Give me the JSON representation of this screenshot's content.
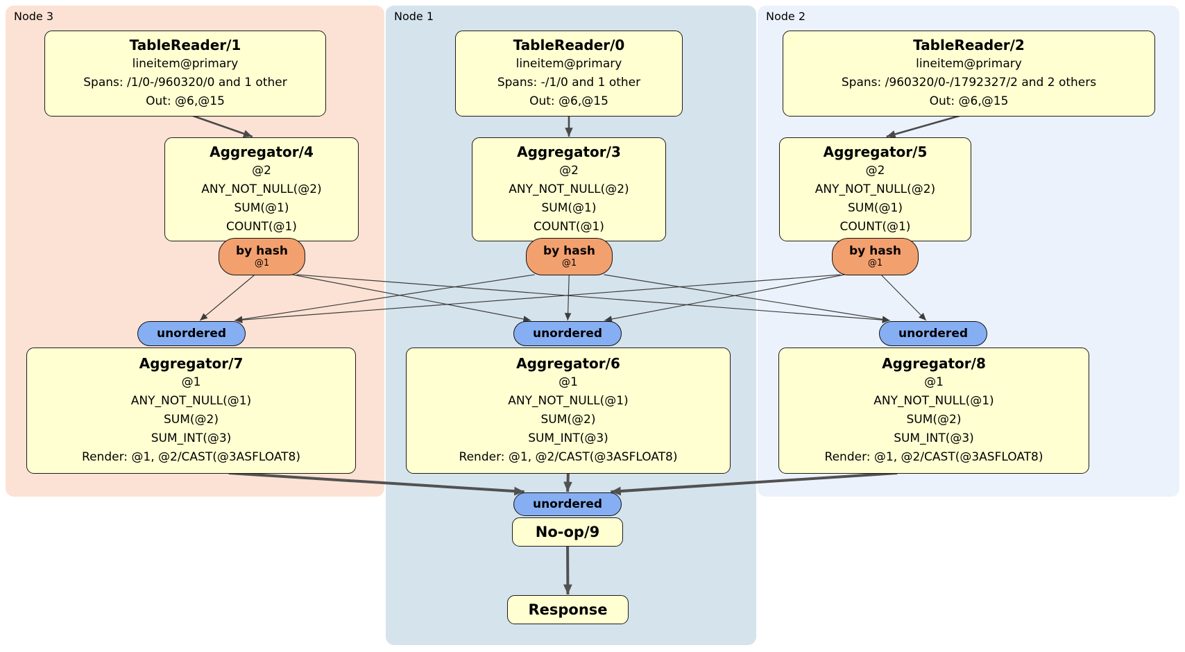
{
  "regions": [
    {
      "id": "node3",
      "label": "Node 3"
    },
    {
      "id": "node1",
      "label": "Node 1"
    },
    {
      "id": "node2",
      "label": "Node 2"
    }
  ],
  "nodes": {
    "tr1": {
      "title": "TableReader/1",
      "lines": [
        "lineitem@primary",
        "Spans: /1/0-/960320/0 and 1 other",
        "Out: @6,@15"
      ]
    },
    "tr0": {
      "title": "TableReader/0",
      "lines": [
        "lineitem@primary",
        "Spans: -/1/0 and 1 other",
        "Out: @6,@15"
      ]
    },
    "tr2": {
      "title": "TableReader/2",
      "lines": [
        "lineitem@primary",
        "Spans: /960320/0-/1792327/2 and 2 others",
        "Out: @6,@15"
      ]
    },
    "agg4": {
      "title": "Aggregator/4",
      "lines": [
        "@2",
        "ANY_NOT_NULL(@2)",
        "SUM(@1)",
        "COUNT(@1)"
      ]
    },
    "agg3": {
      "title": "Aggregator/3",
      "lines": [
        "@2",
        "ANY_NOT_NULL(@2)",
        "SUM(@1)",
        "COUNT(@1)"
      ]
    },
    "agg5": {
      "title": "Aggregator/5",
      "lines": [
        "@2",
        "ANY_NOT_NULL(@2)",
        "SUM(@1)",
        "COUNT(@1)"
      ]
    },
    "agg7": {
      "title": "Aggregator/7",
      "lines": [
        "@1",
        "ANY_NOT_NULL(@1)",
        "SUM(@2)",
        "SUM_INT(@3)",
        "Render: @1, @2/CAST(@3ASFLOAT8)"
      ]
    },
    "agg6": {
      "title": "Aggregator/6",
      "lines": [
        "@1",
        "ANY_NOT_NULL(@1)",
        "SUM(@2)",
        "SUM_INT(@3)",
        "Render: @1, @2/CAST(@3ASFLOAT8)"
      ]
    },
    "agg8": {
      "title": "Aggregator/8",
      "lines": [
        "@1",
        "ANY_NOT_NULL(@1)",
        "SUM(@2)",
        "SUM_INT(@3)",
        "Render: @1, @2/CAST(@3ASFLOAT8)"
      ]
    },
    "bh4": {
      "title": "by hash",
      "sub": "@1"
    },
    "bh3": {
      "title": "by hash",
      "sub": "@1"
    },
    "bh5": {
      "title": "by hash",
      "sub": "@1"
    },
    "un7": {
      "title": "unordered"
    },
    "un6": {
      "title": "unordered"
    },
    "un8": {
      "title": "unordered"
    },
    "un9": {
      "title": "unordered"
    },
    "noop9": {
      "title": "No-op/9"
    },
    "resp": {
      "title": "Response"
    }
  },
  "edges": [
    {
      "from": "tr1",
      "to": "agg4",
      "kind": "mid"
    },
    {
      "from": "tr0",
      "to": "agg3",
      "kind": "mid"
    },
    {
      "from": "tr2",
      "to": "agg5",
      "kind": "mid"
    },
    {
      "from": "bh4",
      "to": "un7",
      "kind": "thin"
    },
    {
      "from": "bh4",
      "to": "un6",
      "kind": "thin"
    },
    {
      "from": "bh4",
      "to": "un8",
      "kind": "thin"
    },
    {
      "from": "bh3",
      "to": "un7",
      "kind": "thin"
    },
    {
      "from": "bh3",
      "to": "un6",
      "kind": "thin"
    },
    {
      "from": "bh3",
      "to": "un8",
      "kind": "thin"
    },
    {
      "from": "bh5",
      "to": "un7",
      "kind": "thin"
    },
    {
      "from": "bh5",
      "to": "un6",
      "kind": "thin"
    },
    {
      "from": "bh5",
      "to": "un8",
      "kind": "thin"
    },
    {
      "from": "agg7",
      "to": "un9",
      "kind": "thick"
    },
    {
      "from": "agg6",
      "to": "un9",
      "kind": "thick"
    },
    {
      "from": "agg8",
      "to": "un9",
      "kind": "thick"
    },
    {
      "from": "noop9",
      "to": "resp",
      "kind": "thick"
    }
  ],
  "colors": {
    "node3_region": "#fce2d4",
    "node1_region": "#d5e3ec",
    "node2_region": "#ecf2fb",
    "processor_box": "#ffffd2",
    "hash_router_oval": "#f3a06f",
    "unordered_sync_oval": "#86aef2",
    "edge": "#4a4a4a"
  }
}
